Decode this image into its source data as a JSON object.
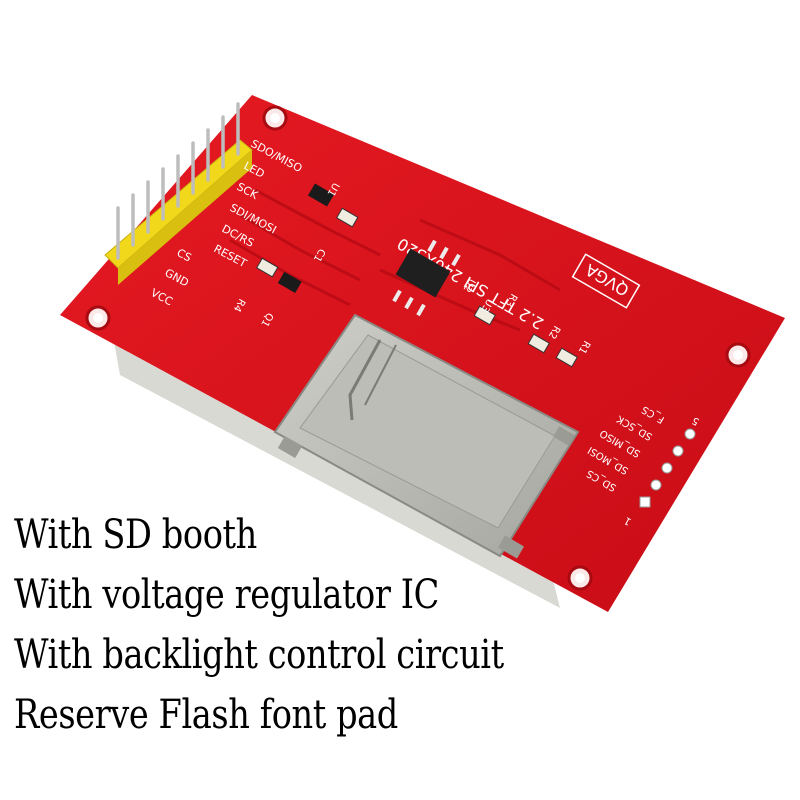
{
  "board": {
    "model_label": "2.2 TFT SPI 240X320",
    "brand_label": "QVGA",
    "header_pins": [
      "SDO/MISO",
      "LED",
      "SCK",
      "SDI/MOSI",
      "DC/RS",
      "RESET",
      "CS",
      "GND",
      "VCC"
    ],
    "sd_pins": [
      "F_CS",
      "SD_SCK",
      "SD_MISO",
      "SD_MOSI",
      "SD_CS"
    ],
    "sd_pin_numbers": [
      "5",
      "1"
    ],
    "component_labels": [
      "U1",
      "U2",
      "U3",
      "C1",
      "R1",
      "R2",
      "R3",
      "R4",
      "Q1"
    ],
    "colors": {
      "pcb": "#d8101a",
      "silkscreen": "#ffffff",
      "header": "#f4dd1a",
      "pins": "#c8c8c8",
      "sd_slot": "#b9b9b3"
    }
  },
  "features": [
    "With SD booth",
    "With voltage regulator IC",
    "With backlight control circuit",
    "Reserve Flash font pad"
  ]
}
